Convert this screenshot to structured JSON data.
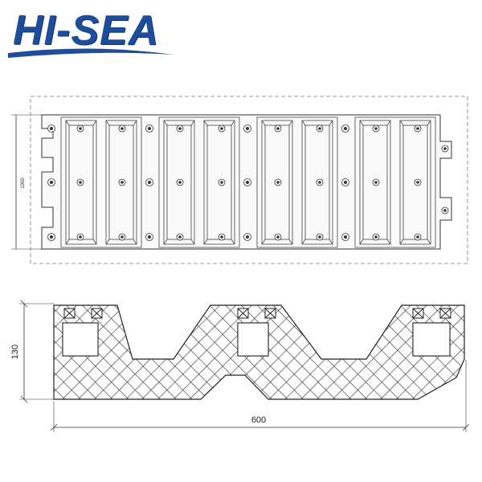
{
  "logo": {
    "text": "HI-SEA",
    "color": "#1d4d9b"
  },
  "top_view": {
    "height_dimension": "1000"
  },
  "section_view": {
    "height_dimension": "130",
    "width_dimension": "600"
  }
}
